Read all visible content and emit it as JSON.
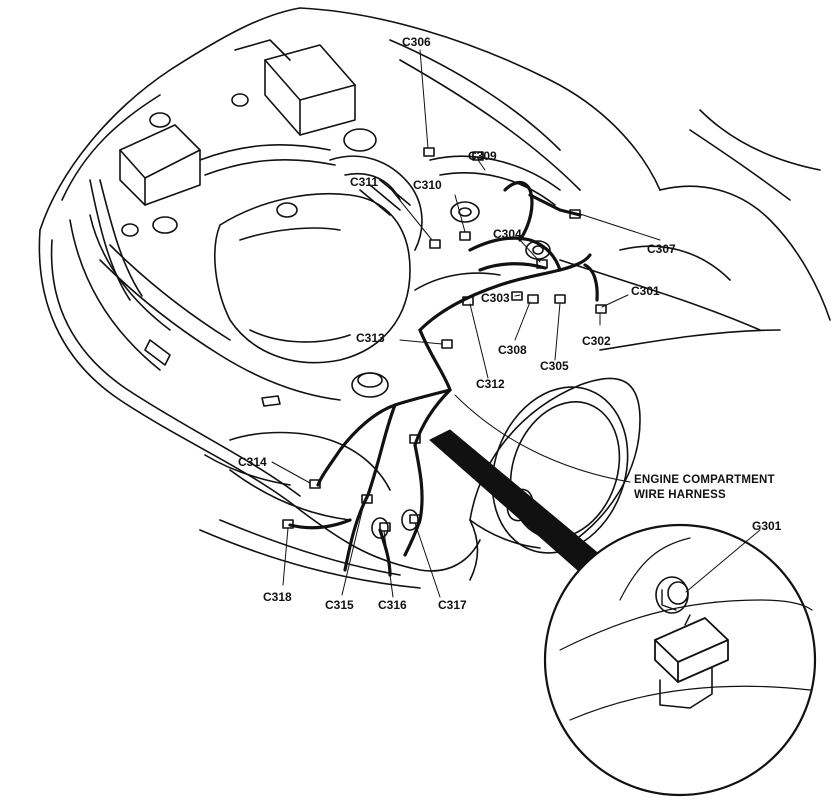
{
  "labels": {
    "c306": "C306",
    "c309": "C309",
    "c311": "C311",
    "c310": "C310",
    "c304": "C304",
    "c307": "C307",
    "c301": "C301",
    "c303": "C303",
    "c302": "C302",
    "c313": "C313",
    "c308": "C308",
    "c305": "C305",
    "c312": "C312",
    "c314": "C314",
    "c318": "C318",
    "c315": "C315",
    "c316": "C316",
    "c317": "C317",
    "g301": "G301"
  },
  "callout": {
    "line1": "ENGINE COMPARTMENT",
    "line2": "WIRE HARNESS"
  },
  "colors": {
    "ink": "#111111",
    "paper": "#ffffff"
  }
}
